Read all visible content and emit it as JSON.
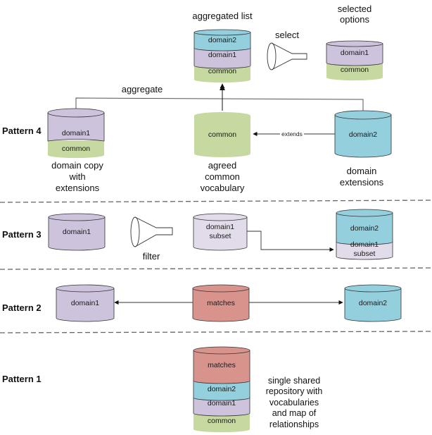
{
  "colors": {
    "domain1": "#cdc3dc",
    "domain1_subset": "#e2dbea",
    "domain2": "#93cfdd",
    "common": "#c5d9a0",
    "matches": "#d9938d",
    "stroke": "#333333",
    "separator": "#666666"
  },
  "patterns": {
    "p4": {
      "label": "Pattern 4"
    },
    "p3": {
      "label": "Pattern 3"
    },
    "p2": {
      "label": "Pattern 2"
    },
    "p1": {
      "label": "Pattern 1"
    }
  },
  "pattern4": {
    "aggregated_list_title": "aggregated list",
    "aggregated_layers": [
      "domain2",
      "domain1",
      "common"
    ],
    "select_label": "select",
    "selected_options_title": [
      "selected",
      "options"
    ],
    "selected_layers": [
      "domain1",
      "common"
    ],
    "aggregate_label": "aggregate",
    "domain_copy_layers": [
      "domain1",
      "common"
    ],
    "domain_copy_caption": [
      "domain copy",
      "with",
      "extensions"
    ],
    "common_cylinder": "common",
    "common_caption": [
      "agreed",
      "common",
      "vocabulary"
    ],
    "extends_label": "extends",
    "domain2_cylinder": "domain2",
    "domain2_caption": [
      "domain",
      "extensions"
    ]
  },
  "pattern3": {
    "source": "domain1",
    "filter_label": "filter",
    "subset": [
      "domain1",
      "subset"
    ],
    "target_top": "domain2",
    "target_bottom": [
      "domain1",
      "subset"
    ]
  },
  "pattern2": {
    "left": "domain1",
    "center": "matches",
    "right": "domain2"
  },
  "pattern1": {
    "layers": [
      "matches",
      "domain2",
      "domain1",
      "common"
    ],
    "caption": [
      "single shared",
      "repository with",
      "vocabularies",
      "and map of",
      "relationships"
    ]
  }
}
